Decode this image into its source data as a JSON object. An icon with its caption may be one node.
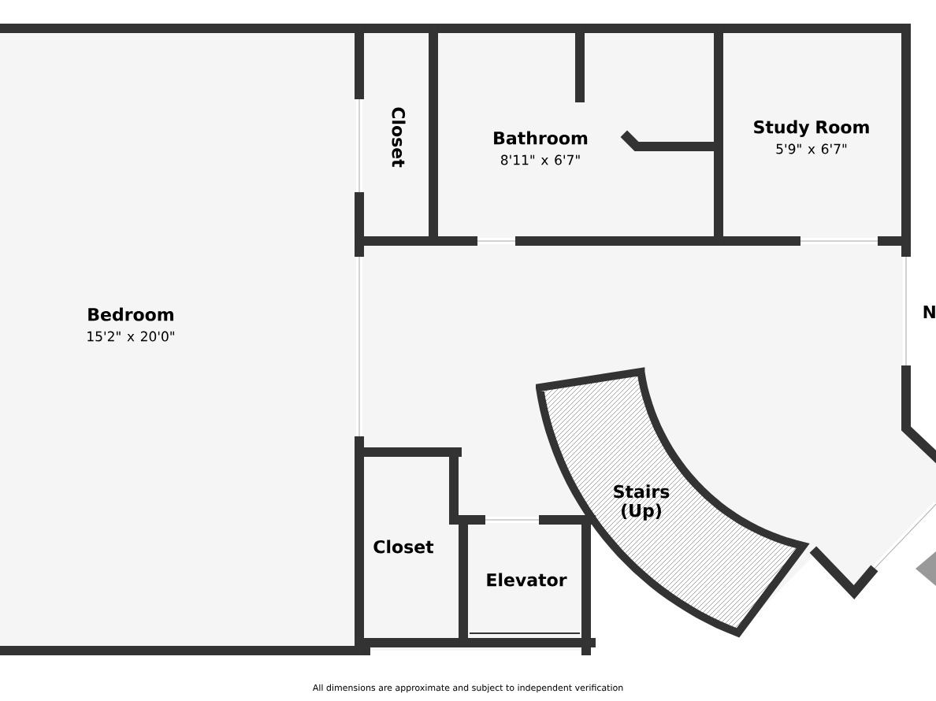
{
  "diagram": {
    "nodes": [
      {
        "text": [
          "Bedroom",
          "15'2\" x 20'0\""
        ]
      },
      {
        "text": [
          "Closet"
        ]
      },
      {
        "text": [
          "Bathroom",
          "8'11\" x 6'7\""
        ]
      },
      {
        "text": [
          "Study Room",
          "5'9\" x 6'7\""
        ]
      },
      {
        "text": [
          "Stairs (Up)"
        ]
      },
      {
        "text": [
          "Closet"
        ]
      },
      {
        "text": [
          "Elevator"
        ]
      }
    ],
    "labels": [
      "N",
      "All dimensions are approximate and subject to independent verification"
    ]
  }
}
